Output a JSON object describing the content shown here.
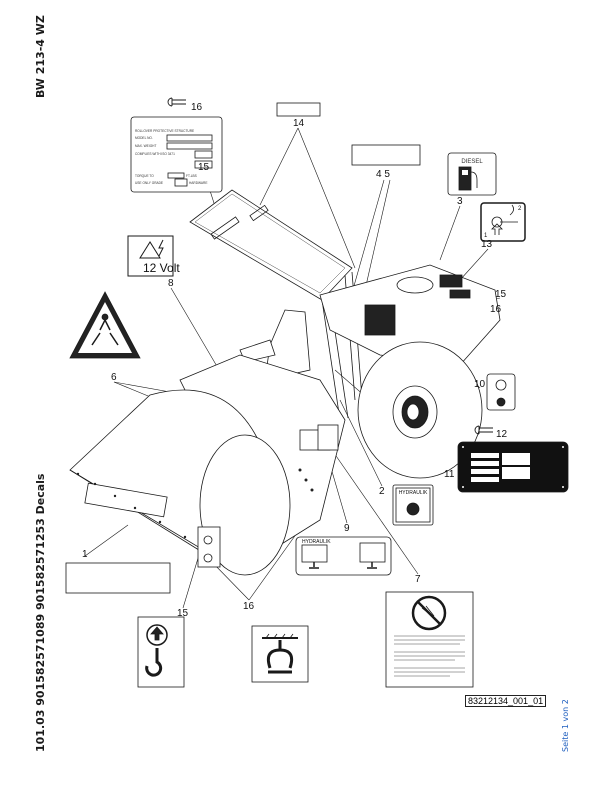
{
  "header": {
    "model": "BW 213-4 WZ",
    "document": "101.03 901582571089 901582571253 Decals"
  },
  "footer": {
    "drawing_id": "83212134_001_01",
    "page": "Seite 1 von 2"
  },
  "callouts": {
    "c1": "1",
    "c2": "2",
    "c3": "3",
    "c45": "4  5",
    "c6": "6",
    "c7": "7",
    "c8": "8",
    "c9": "9",
    "c10": "10",
    "c11": "11",
    "c12": "12",
    "c13": "13",
    "c14": "14",
    "c15a": "15",
    "c15b": "15",
    "c15c": "15",
    "c16a": "16",
    "c16b": "16",
    "c16c": "16"
  },
  "decals": {
    "voltage": "12 Volt",
    "diesel": "DIESEL",
    "hydraulik_oil": "HYDRAULIK",
    "hydraulik_level": "HYDRAULIK",
    "rops": {
      "title": "ROLLOVER PROTECTIVE STRUCTURE",
      "model": "MODEL NO.",
      "weight": "MAX. WEIGHT",
      "complies": "COMPLIES WITH ISO 3471",
      "torque": "TORQUE TO",
      "ftlbs": "FT-LBS",
      "grade": "USE ONLY GRADE",
      "hardware": "HARDWARE"
    },
    "lever_steps": [
      "1",
      "2"
    ]
  },
  "colors": {
    "ink": "#1a1a1a",
    "page_link": "#1f5fbf",
    "page_text": "#c07a10"
  }
}
